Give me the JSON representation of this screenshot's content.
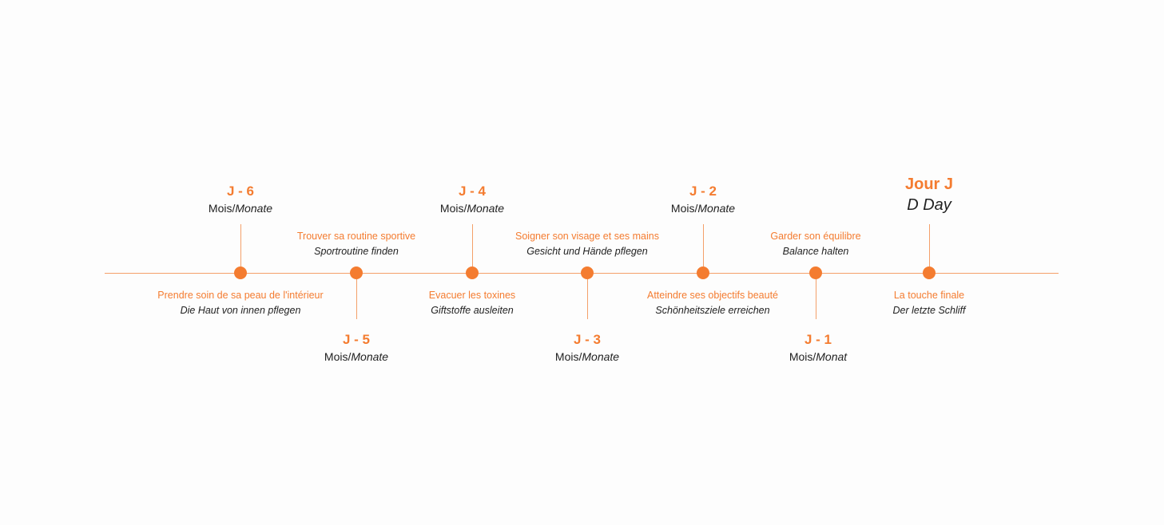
{
  "colors": {
    "accent": "#f47c30",
    "line": "#f4a06a",
    "text": "#222222",
    "background": "#fdfdfd"
  },
  "milestones": [
    {
      "phase": "J - 6",
      "unit_fr": "Mois/",
      "unit_de": "Monate",
      "caption_fr": "Prendre soin de sa peau de l'intérieur",
      "caption_de": "Die Haut von innen pflegen"
    },
    {
      "phase": "J - 5",
      "unit_fr": "Mois/",
      "unit_de": "Monate",
      "caption_fr": "Trouver sa routine sportive",
      "caption_de": "Sportroutine finden"
    },
    {
      "phase": "J - 4",
      "unit_fr": "Mois/",
      "unit_de": "Monate",
      "caption_fr": "Evacuer les toxines",
      "caption_de": "Giftstoffe ausleiten"
    },
    {
      "phase": "J - 3",
      "unit_fr": "Mois/",
      "unit_de": "Monate",
      "caption_fr": "Soigner son visage et ses mains",
      "caption_de": "Gesicht und Hände pflegen"
    },
    {
      "phase": "J - 2",
      "unit_fr": "Mois/",
      "unit_de": "Monate",
      "caption_fr": "Atteindre ses objectifs beauté",
      "caption_de": "Schönheitsziele erreichen"
    },
    {
      "phase": "J - 1",
      "unit_fr": "Mois/",
      "unit_de": "Monat",
      "caption_fr": "Garder son équilibre",
      "caption_de": "Balance halten"
    },
    {
      "phase": "Jour J",
      "subtitle": "D Day",
      "caption_fr": "La touche finale",
      "caption_de": "Der letzte Schliff"
    }
  ]
}
